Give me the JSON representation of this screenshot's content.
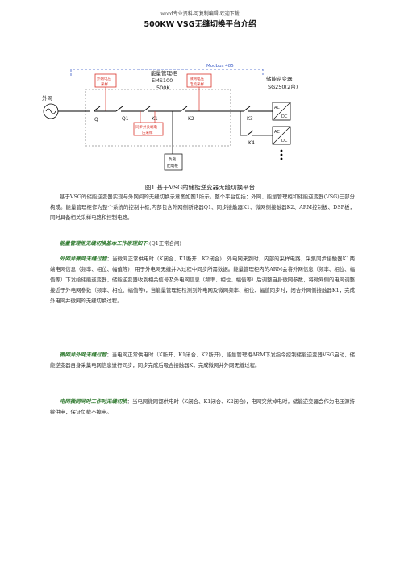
{
  "header": {
    "note": "word专业资料-可复制编辑-欢迎下载",
    "title": "500KW VSG无缝切换平台介绍"
  },
  "diagram": {
    "grid_label": "外网",
    "modbus_label": "Modbus 485",
    "ems_line1": "能量管理柜",
    "ems_line2": "EMS100-",
    "ems_line3": "500K",
    "storage_line1": "储能逆变器",
    "storage_line2": "SG250(2台)",
    "ext_sample_line1": "外网电压",
    "ext_sample_line2": "采样",
    "micro_sample_line1": "微网电压",
    "micro_sample_line2": "电流采样",
    "sync_line1": "同步并关端电",
    "sync_line2": "压采样",
    "q_label": "Q",
    "q1_label": "Q1",
    "k1_label": "K1",
    "k2_label": "K2",
    "k3_label": "K3",
    "k4_label": "K4",
    "load_line1": "负载",
    "load_line2": "配电柜",
    "acdc1_top": "AC",
    "acdc1_bottom": "DC",
    "acdc2_top": "AC",
    "acdc2_bottom": "DC",
    "colors": {
      "red": "#d9342b",
      "blue": "#3a5bc7",
      "line": "#000000"
    }
  },
  "caption": "图1  基于VSG的储能逆变器无缝切换平台",
  "paragraphs": {
    "p1": "基于VSG的储能逆变器实现与外网间的无缝切换示意图如图1所示。整个平台包括：外网、能量管理柜和储能逆变器(VSG)三部分构成。能量管理柜作为整个系统的控制中枢,内部包含外网侧断路器Q1、同步接触器K1、微网侧接触器K2、ARM控制板、DSP板，同时具备相关采样电路和控制电路。",
    "p2_head": "能量管理柜无缝切换基本工作原理如下:",
    "p2_tail": "(Q1正常合闸)",
    "p3_head": "外网并微网无缝过程",
    "p3_body": "：当微网正常供电时（K闭合、K1断开、K2闭合)，外电网来到时，内部的采样电路，采集同步接触器K1两端电网信息（频率、相位、幅值等)，用于外电网无缝并入过程中同步所需数据。能量管理柜内的ARM会将外网信息（频率、相位、幅值等）下发给储能逆变器，储能逆变器收到相关信号及外电网信息（频率、相位、幅值等）后调整自身微网参数，将微网侧的电网调整接近于外电网参数（频率、相位、幅值等)，当能量管理柜检测到外电网及微网频率、相位、幅值同步时，闭合外网侧接触器K1，完成外电网并微网的无缝切换过程。",
    "p4_head": "微网并外网无缝过程",
    "p4_body": "：当电网正常供电时（K断开、K1闭合、K2断开)，能量管理柜ARM下发指令控制储能逆变器VSG启动，储能逆变器自身采集电网信息进行同步，同步完成后吸合接触器K，完成微网并外网无缝过程。",
    "p5_head": "电网微网同时工作时无缝切换",
    "p5_body": "：当电网微网都供电时（K闭合、K1闭合、K2闭合)，电网突然掉电时，储能逆变器会作为电压源持续供电，保证负载不掉电。"
  }
}
